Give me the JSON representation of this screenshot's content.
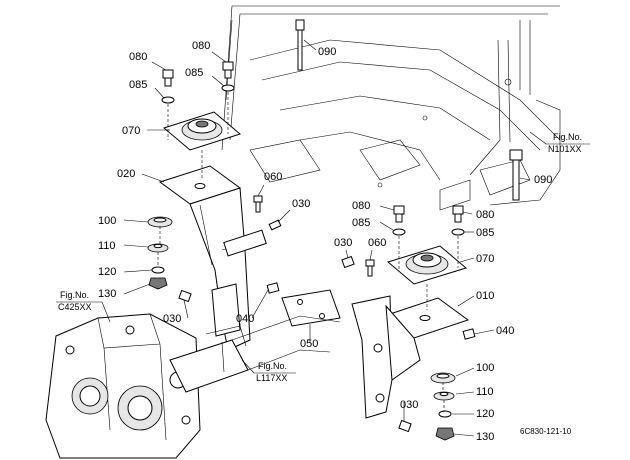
{
  "diagram": {
    "callouts": [
      {
        "id": "c1",
        "text": "080"
      },
      {
        "id": "c2",
        "text": "085"
      },
      {
        "id": "c3",
        "text": "080"
      },
      {
        "id": "c4",
        "text": "085"
      },
      {
        "id": "c5",
        "text": "090"
      },
      {
        "id": "c6",
        "text": "070"
      },
      {
        "id": "c7",
        "text": "020"
      },
      {
        "id": "c8",
        "text": "060"
      },
      {
        "id": "c9",
        "text": "030"
      },
      {
        "id": "c10",
        "text": "100"
      },
      {
        "id": "c11",
        "text": "110"
      },
      {
        "id": "c12",
        "text": "120"
      },
      {
        "id": "c13",
        "text": "130"
      },
      {
        "id": "c14",
        "text": "090"
      },
      {
        "id": "c15",
        "text": "080"
      },
      {
        "id": "c16",
        "text": "085"
      },
      {
        "id": "c17",
        "text": "080"
      },
      {
        "id": "c18",
        "text": "085"
      },
      {
        "id": "c19",
        "text": "030"
      },
      {
        "id": "c20",
        "text": "060"
      },
      {
        "id": "c21",
        "text": "070"
      },
      {
        "id": "c22",
        "text": "010"
      },
      {
        "id": "c23",
        "text": "040"
      },
      {
        "id": "c24",
        "text": "030"
      },
      {
        "id": "c25",
        "text": "040"
      },
      {
        "id": "c26",
        "text": "050"
      },
      {
        "id": "c27",
        "text": "100"
      },
      {
        "id": "c28",
        "text": "110"
      },
      {
        "id": "c29",
        "text": "120"
      },
      {
        "id": "c30",
        "text": "030"
      },
      {
        "id": "c31",
        "text": "130"
      }
    ],
    "fig_refs": [
      {
        "line1": "Fig.No.",
        "line2": "N101XX"
      },
      {
        "line1": "Fig.No.",
        "line2": "C425XX"
      },
      {
        "line1": "Fig.No.",
        "line2": "L117XX"
      }
    ],
    "drawing_code": "6C830-121-10"
  }
}
